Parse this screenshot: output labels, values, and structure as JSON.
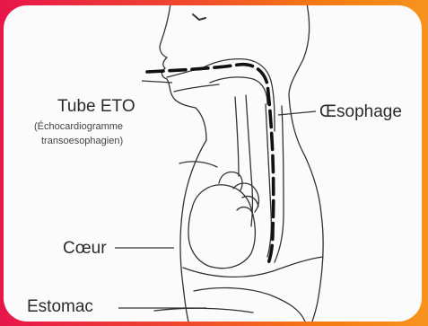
{
  "labels": {
    "tube": "Tube ETO",
    "tube_sub_1": "(Échocardiogramme",
    "tube_sub_2": "transoesophagien)",
    "oesophagus": "Œsophage",
    "heart": "Cœur",
    "stomach": "Estomac"
  },
  "colors": {
    "frame_start": "#e8164a",
    "frame_end": "#f7931e",
    "line": "#333333",
    "probe": "#111111"
  }
}
